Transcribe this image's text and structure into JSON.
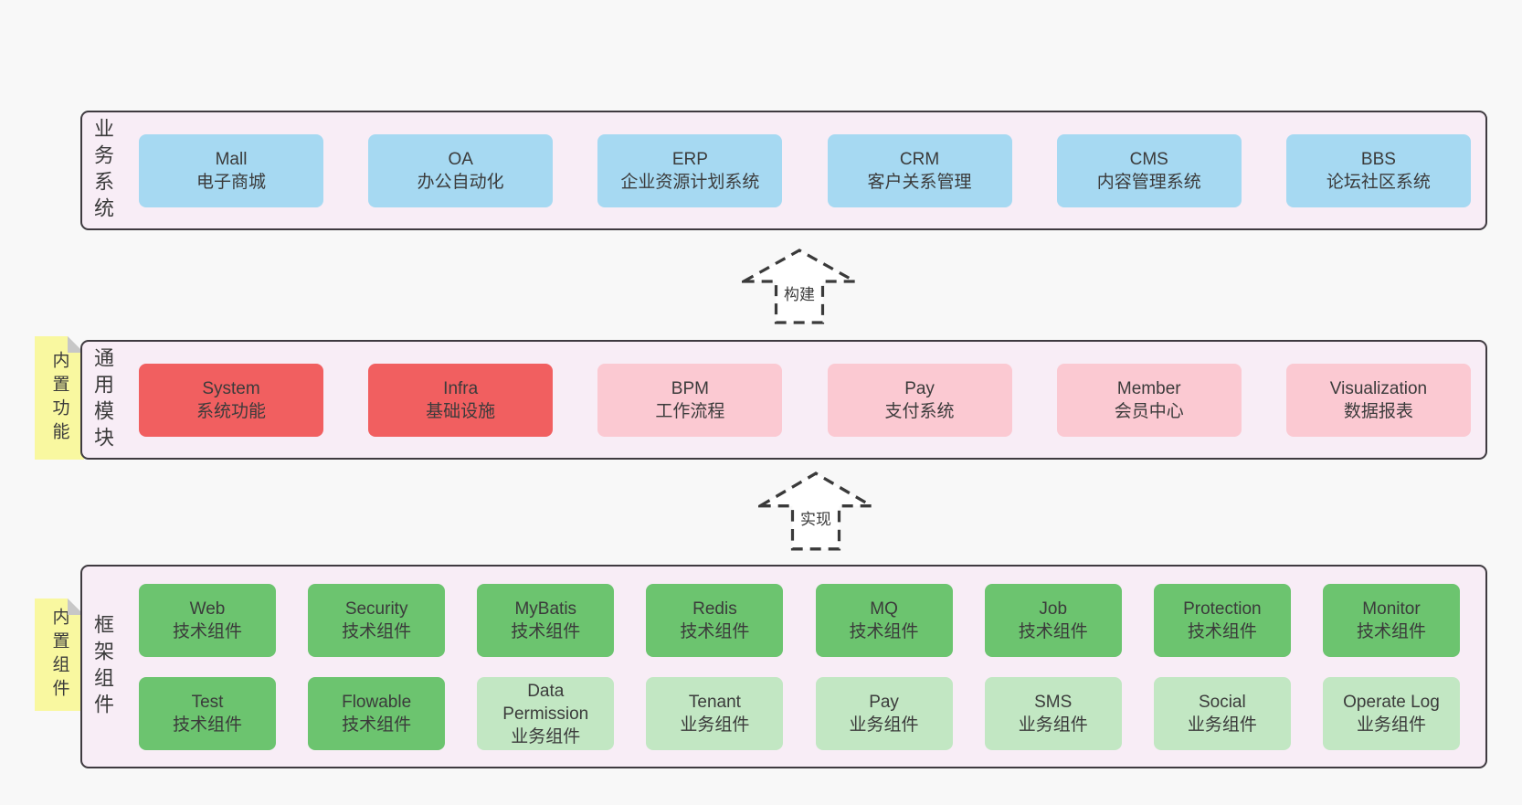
{
  "colors": {
    "page_bg": "#f8f8f8",
    "layer_bg": "#f8edf6",
    "layer_border": "#3f3a40",
    "blue": "#a6d9f2",
    "red": "#f15f60",
    "pink": "#fbc9d2",
    "green": "#6cc46f",
    "light_green": "#c2e7c3",
    "yellow": "#f9f8a0",
    "fold": "#c7c7c7",
    "text": "#3b3b3b",
    "arrow": "#3a3a3a"
  },
  "arrows": [
    {
      "label": "构建"
    },
    {
      "label": "实现"
    }
  ],
  "layers": [
    {
      "id": "business-systems",
      "label": "业务系统",
      "boxes": [
        {
          "name": "Mall",
          "desc": "电子商城",
          "variant": "blue"
        },
        {
          "name": "OA",
          "desc": "办公自动化",
          "variant": "blue"
        },
        {
          "name": "ERP",
          "desc": "企业资源计划系统",
          "variant": "blue"
        },
        {
          "name": "CRM",
          "desc": "客户关系管理",
          "variant": "blue"
        },
        {
          "name": "CMS",
          "desc": "内容管理系统",
          "variant": "blue"
        },
        {
          "name": "BBS",
          "desc": "论坛社区系统",
          "variant": "blue"
        }
      ]
    },
    {
      "id": "common-modules",
      "label": "通用模块",
      "note": "内置功能",
      "boxes": [
        {
          "name": "System",
          "desc": "系统功能",
          "variant": "red"
        },
        {
          "name": "Infra",
          "desc": "基础设施",
          "variant": "red"
        },
        {
          "name": "BPM",
          "desc": "工作流程",
          "variant": "pink"
        },
        {
          "name": "Pay",
          "desc": "支付系统",
          "variant": "pink"
        },
        {
          "name": "Member",
          "desc": "会员中心",
          "variant": "pink"
        },
        {
          "name": "Visualization",
          "desc": "数据报表",
          "variant": "pink"
        }
      ]
    },
    {
      "id": "framework-components",
      "label": "框架组件",
      "note": "内置组件",
      "rows": [
        [
          {
            "name": "Web",
            "desc": "技术组件",
            "variant": "green"
          },
          {
            "name": "Security",
            "desc": "技术组件",
            "variant": "green"
          },
          {
            "name": "MyBatis",
            "desc": "技术组件",
            "variant": "green"
          },
          {
            "name": "Redis",
            "desc": "技术组件",
            "variant": "green"
          },
          {
            "name": "MQ",
            "desc": "技术组件",
            "variant": "green"
          },
          {
            "name": "Job",
            "desc": "技术组件",
            "variant": "green"
          },
          {
            "name": "Protection",
            "desc": "技术组件",
            "variant": "green"
          },
          {
            "name": "Monitor",
            "desc": "技术组件",
            "variant": "green"
          }
        ],
        [
          {
            "name": "Test",
            "desc": "技术组件",
            "variant": "green"
          },
          {
            "name": "Flowable",
            "desc": "技术组件",
            "variant": "green"
          },
          {
            "name": "Data Permission",
            "desc": "业务组件",
            "variant": "light-green"
          },
          {
            "name": "Tenant",
            "desc": "业务组件",
            "variant": "light-green"
          },
          {
            "name": "Pay",
            "desc": "业务组件",
            "variant": "light-green"
          },
          {
            "name": "SMS",
            "desc": "业务组件",
            "variant": "light-green"
          },
          {
            "name": "Social",
            "desc": "业务组件",
            "variant": "light-green"
          },
          {
            "name": "Operate Log",
            "desc": "业务组件",
            "variant": "light-green"
          }
        ]
      ]
    }
  ]
}
